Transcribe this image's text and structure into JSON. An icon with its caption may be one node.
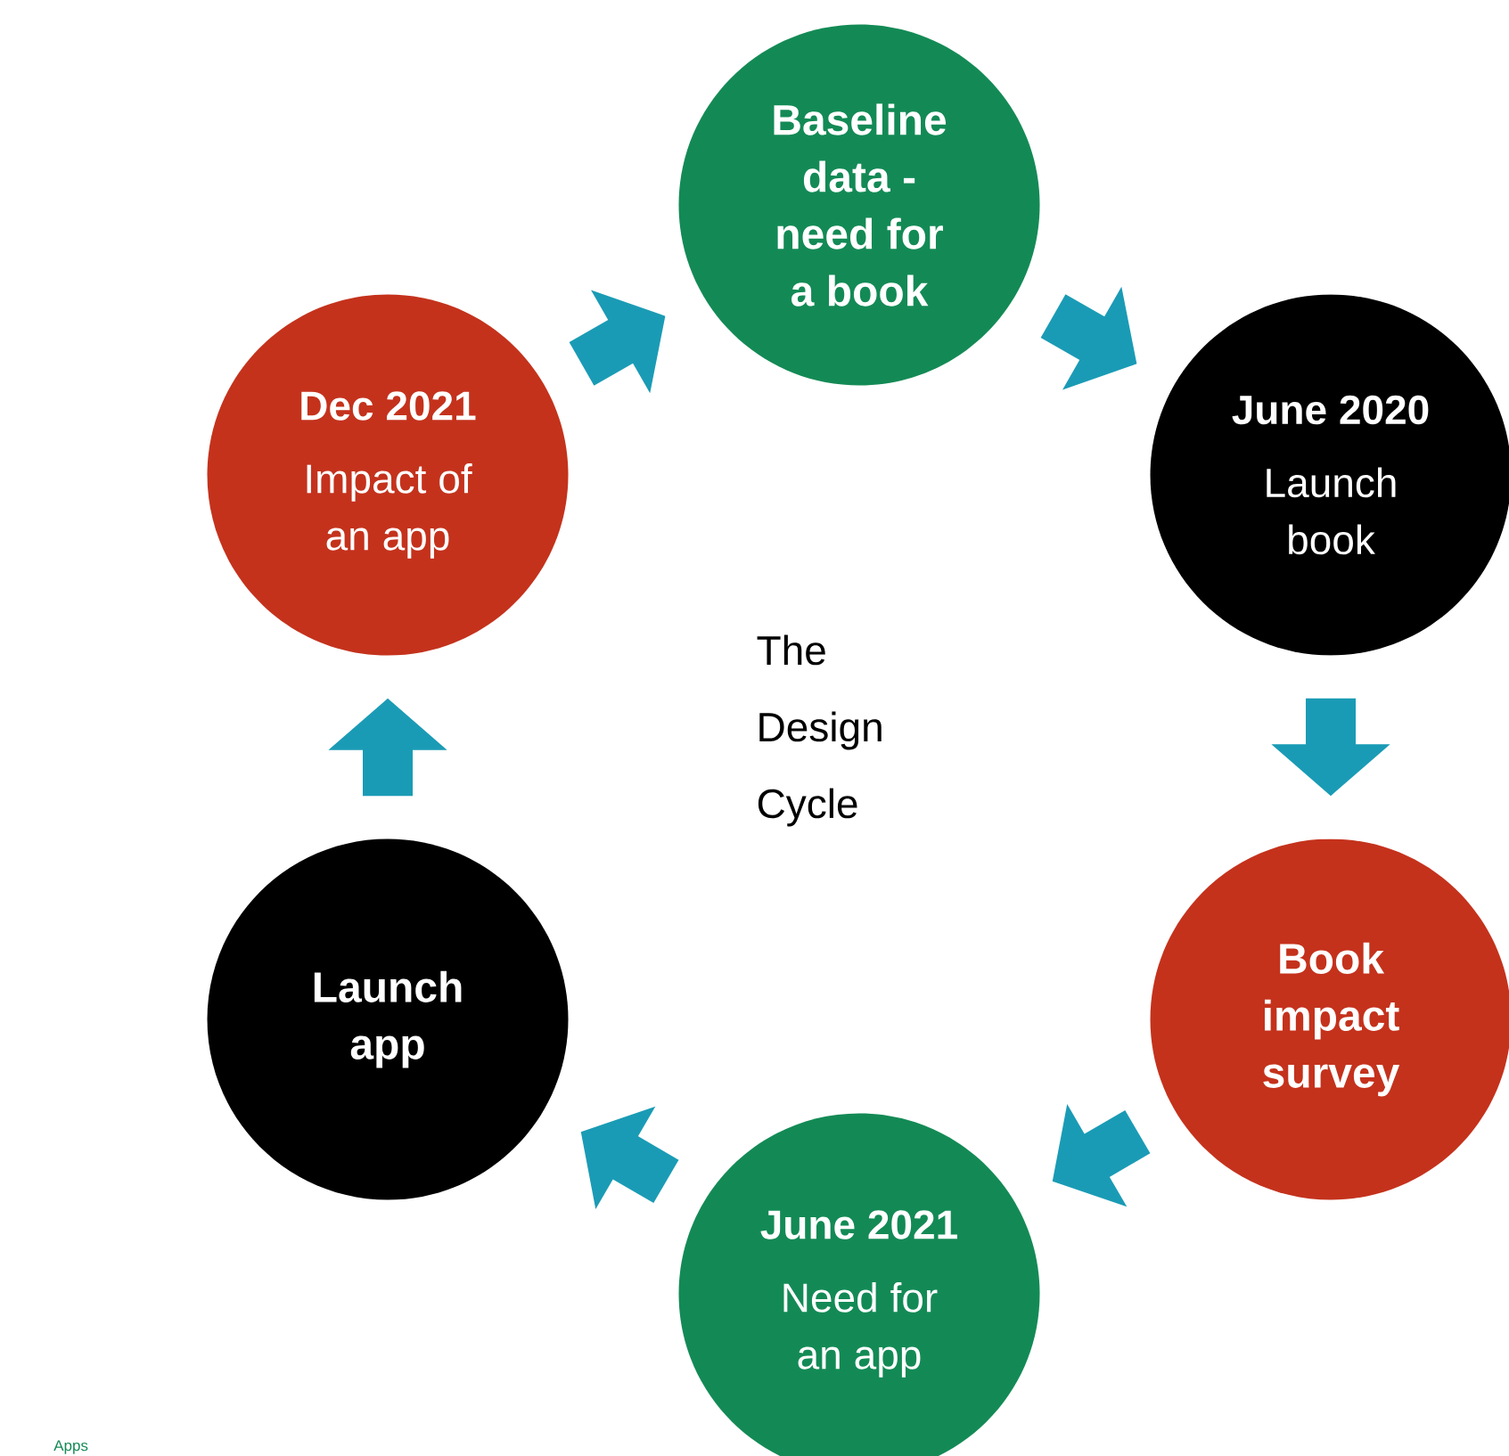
{
  "diagram": {
    "nodes": [
      {
        "text": [
          "Baseline data - need for a book"
        ]
      },
      {
        "text": [
          "June 2020",
          "Launch book"
        ]
      },
      {
        "text": [
          "Book impact survey"
        ]
      },
      {
        "text": [
          "June 2021",
          "Need for an app"
        ]
      },
      {
        "text": [
          "Launch app"
        ]
      },
      {
        "text": [
          "Dec 2021",
          "Impact of an app"
        ]
      }
    ],
    "edges": [
      {
        "from": 0,
        "to": 1,
        "arrow": "to"
      },
      {
        "from": 1,
        "to": 2,
        "arrow": "to"
      },
      {
        "from": 2,
        "to": 3,
        "arrow": "to"
      },
      {
        "from": 3,
        "to": 4,
        "arrow": "to"
      },
      {
        "from": 4,
        "to": 5,
        "arrow": "to"
      },
      {
        "from": 5,
        "to": 0,
        "arrow": "to"
      }
    ],
    "labels": [
      "The Design Cycle",
      "Apps"
    ]
  }
}
